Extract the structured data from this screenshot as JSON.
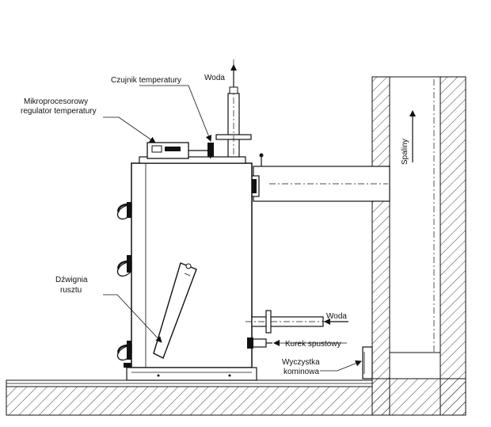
{
  "labels": {
    "temp_sensor": "Czujnik temperatury",
    "microprocessor_line1": "Mikroprocesorowy",
    "microprocessor_line2": "regulator temperatury",
    "water_top": "Woda",
    "flue_gas": "Spaliny",
    "grate_lever_line1": "Dźwignia",
    "grate_lever_line2": "rusztu",
    "water_return": "Woda",
    "drain_valve": "Kurek spustowy",
    "chimney_clean_line1": "Wyczystka",
    "chimney_clean_line2": "kominowa"
  },
  "colors": {
    "ink": "#111111",
    "background": "#ffffff"
  }
}
